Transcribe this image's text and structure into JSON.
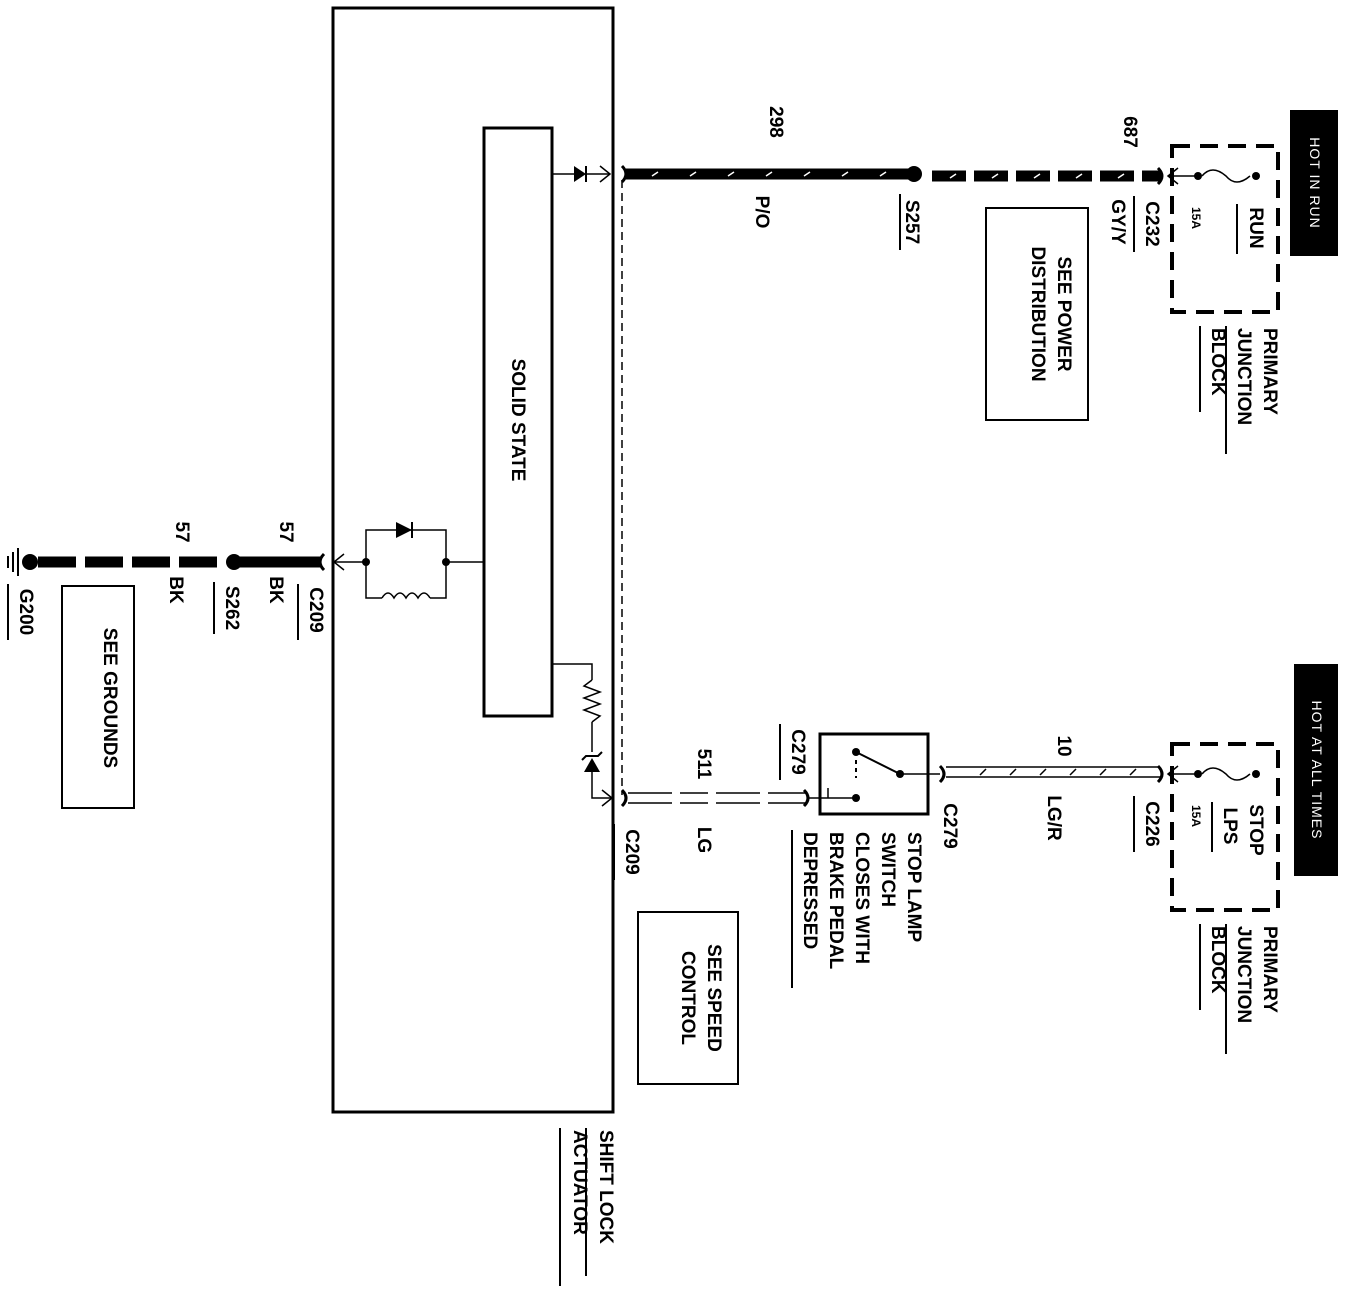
{
  "module": {
    "title_line1": "SHIFT LOCK",
    "title_line2": "ACTUATOR",
    "inner": "SOLID STATE"
  },
  "power": {
    "run_tag": "HOT IN RUN",
    "all_times_tag": "HOT AT ALL TIMES",
    "block1": {
      "line1": "PRIMARY",
      "line2": "JUNCTION",
      "line3": "BLOCK",
      "fuse_name": "RUN",
      "fuse_rating": "15A"
    },
    "block2": {
      "line1": "PRIMARY",
      "line2": "JUNCTION",
      "line3": "BLOCK",
      "fuse_name_1": "STOP",
      "fuse_name_2": "LPS",
      "fuse_rating": "15A"
    }
  },
  "wires": {
    "w298": {
      "circuit": "298",
      "color": "P/O"
    },
    "w687": {
      "circuit": "687",
      "color": "GY/Y"
    },
    "w10": {
      "circuit": "10",
      "color": "LG/R"
    },
    "w511": {
      "circuit": "511",
      "color": "LG"
    },
    "w57a": {
      "circuit": "57",
      "color": "BK"
    },
    "w57b": {
      "circuit": "57",
      "color": "BK"
    }
  },
  "connectors": {
    "c232": "C232",
    "c226": "C226",
    "c279a": "C279",
    "c279b": "C279",
    "c209a": "C209",
    "c209b": "C209"
  },
  "splices": {
    "s257": "S257",
    "s262": "S262"
  },
  "ground": {
    "g200": "G200"
  },
  "switch": {
    "line1": "STOP LAMP",
    "line2": "SWITCH",
    "line3": "CLOSES WITH",
    "line4": "BRAKE PEDAL",
    "line5": "DEPRESSED"
  },
  "refs": {
    "power_dist": {
      "line1": "SEE POWER",
      "line2": "DISTRIBUTION"
    },
    "grounds": {
      "line1": "SEE GROUNDS"
    },
    "speed": {
      "line1": "SEE SPEED",
      "line2": "CONTROL"
    }
  }
}
